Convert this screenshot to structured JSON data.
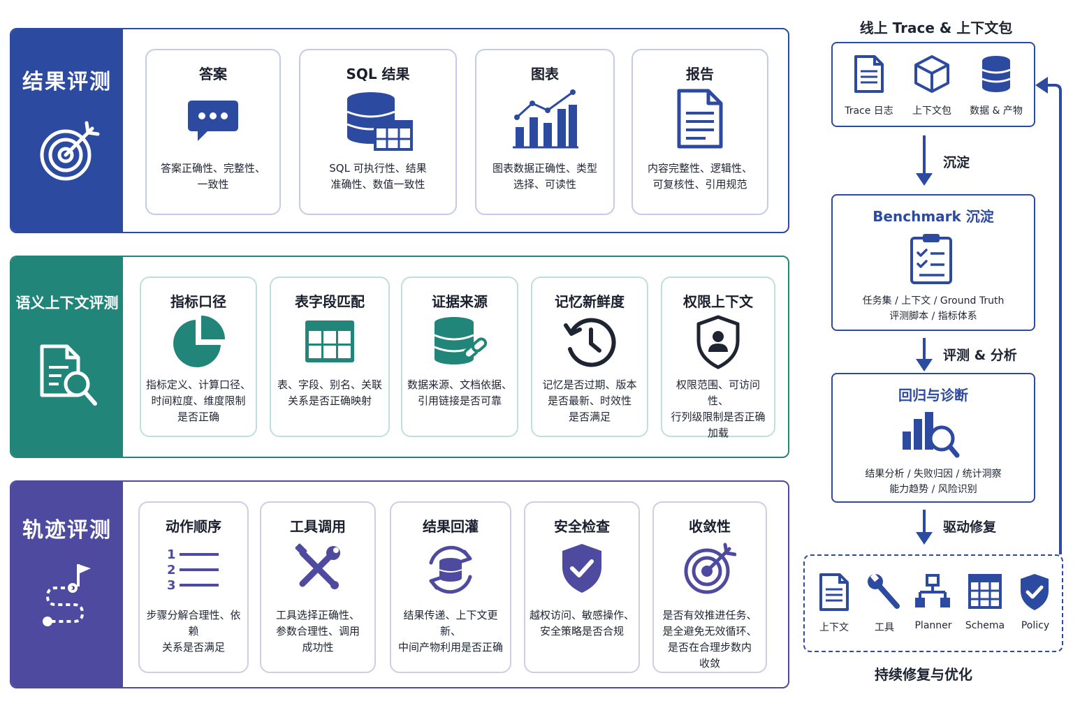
{
  "sections": [
    {
      "title": "结果评测",
      "cards": [
        {
          "title": "答案",
          "icon": "chat-bubble-icon",
          "desc": [
            "答案正确性、完整性、",
            "一致性"
          ]
        },
        {
          "title": "SQL 结果",
          "icon": "database-table-icon",
          "desc": [
            "SQL 可执行性、结果",
            "准确性、数值一致性"
          ]
        },
        {
          "title": "图表",
          "icon": "bar-chart-trend-icon",
          "desc": [
            "图表数据正确性、类型",
            "选择、可读性"
          ]
        },
        {
          "title": "报告",
          "icon": "document-icon",
          "desc": [
            "内容完整性、逻辑性、",
            "可复核性、引用规范"
          ]
        }
      ]
    },
    {
      "title": "语义上下文评测",
      "cards": [
        {
          "title": "指标口径",
          "icon": "pie-chart-icon",
          "desc": [
            "指标定义、计算口径、",
            "时间粒度、维度限制",
            "是否正确"
          ]
        },
        {
          "title": "表字段匹配",
          "icon": "table-grid-icon",
          "desc": [
            "表、字段、别名、关联",
            "关系是否正确映射"
          ]
        },
        {
          "title": "证据来源",
          "icon": "database-link-icon",
          "desc": [
            "数据来源、文档依据、",
            "引用链接是否可靠"
          ]
        },
        {
          "title": "记忆新鲜度",
          "icon": "history-clock-icon",
          "desc": [
            "记忆是否过期、版本",
            "是否最新、时效性",
            "是否满足"
          ]
        },
        {
          "title": "权限上下文",
          "icon": "shield-user-icon",
          "desc": [
            "权限范围、可访问性、",
            "行列级限制是否正确",
            "加载"
          ]
        }
      ]
    },
    {
      "title": "轨迹评测",
      "cards": [
        {
          "title": "动作顺序",
          "icon": "numbered-list-icon",
          "desc": [
            "步骤分解合理性、依赖",
            "关系是否满足"
          ]
        },
        {
          "title": "工具调用",
          "icon": "tools-icon",
          "desc": [
            "工具选择正确性、",
            "参数合理性、调用",
            "成功性"
          ]
        },
        {
          "title": "结果回灌",
          "icon": "database-sync-icon",
          "desc": [
            "结果传递、上下文更新、",
            "中间产物利用是否正确"
          ]
        },
        {
          "title": "安全检查",
          "icon": "shield-check-icon",
          "desc": [
            "越权访问、敏感操作、",
            "安全策略是否合规"
          ]
        },
        {
          "title": "收敛性",
          "icon": "target-icon",
          "desc": [
            "是否有效推进任务、",
            "是全避免无效循环、",
            "是否在合理步数内",
            "收敛"
          ]
        }
      ]
    }
  ],
  "online": {
    "title": "线上 Trace & 上下文包",
    "items": [
      {
        "label": "Trace 日志",
        "icon": "log-document-icon"
      },
      {
        "label": "上下文包",
        "icon": "cube-package-icon"
      },
      {
        "label": "数据 & 产物",
        "icon": "database-icon"
      }
    ]
  },
  "arrow1": "沉淀",
  "benchmark": {
    "title": "Benchmark 沉淀",
    "lines": [
      "任务集 / 上下文 / Ground Truth",
      "评测脚本 / 指标体系"
    ]
  },
  "arrow2": "评测 & 分析",
  "regression": {
    "title": "回归与诊断",
    "lines": [
      "结果分析 / 失败归因 / 统计洞察",
      "能力趋势 / 风险识别"
    ]
  },
  "arrow3": "驱动修复",
  "repair": {
    "items": [
      {
        "label": "上下文",
        "icon": "context-document-icon"
      },
      {
        "label": "工具",
        "icon": "wrench-icon"
      },
      {
        "label": "Planner",
        "icon": "hierarchy-icon"
      },
      {
        "label": "Schema",
        "icon": "schema-grid-icon"
      },
      {
        "label": "Policy",
        "icon": "policy-shield-icon"
      }
    ],
    "caption": "持续修复与优化"
  },
  "colors": {
    "result": "#2c4aa0",
    "semantic": "#22857a",
    "trajectory": "#4e4aa0"
  }
}
